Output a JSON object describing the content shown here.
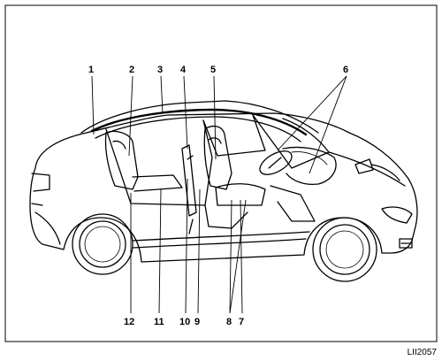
{
  "diagram": {
    "callouts": {
      "c1": "1",
      "c2": "2",
      "c3": "3",
      "c4": "4",
      "c5": "5",
      "c6": "6",
      "c7": "7",
      "c8": "8",
      "c9": "9",
      "c10": "10",
      "c11": "11",
      "c12": "12"
    },
    "figure_code": "LII2057"
  }
}
